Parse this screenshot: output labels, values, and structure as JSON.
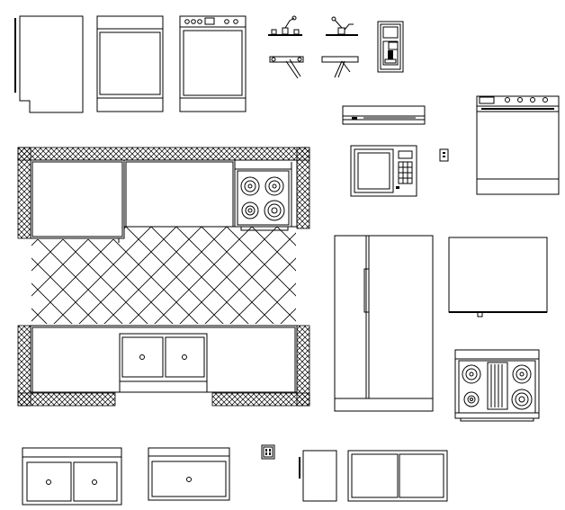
{
  "drawing": {
    "background": "#ffffff",
    "line_color": "#000000",
    "blocks": [
      "refrigerator-side-view",
      "dishwasher-front",
      "dishwasher-with-controls",
      "faucet-elevation-left",
      "faucet-elevation-right",
      "faucet-plan-left",
      "faucet-plan-right",
      "water-dispenser",
      "range-hood",
      "wall-oven",
      "microwave",
      "electrical-outlet",
      "kitchen-floor-plan",
      "side-by-side-refrigerator",
      "refrigerator-plan",
      "cooktop-plan",
      "double-sink",
      "single-sink",
      "double-outlet",
      "base-cabinet",
      "double-cabinet"
    ]
  }
}
